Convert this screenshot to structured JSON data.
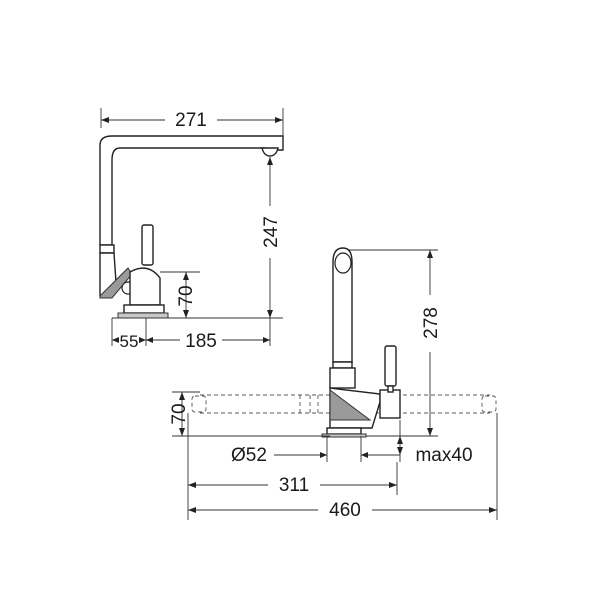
{
  "dimensions": {
    "top_width": "271",
    "spout_height": "247",
    "base_height_side": "70",
    "base_offset": "55",
    "reach": "185",
    "total_height": "278",
    "base_height_front": "70",
    "diameter": "Ø52",
    "max_thickness": "max40",
    "swing_311": "311",
    "swing_460": "460"
  }
}
